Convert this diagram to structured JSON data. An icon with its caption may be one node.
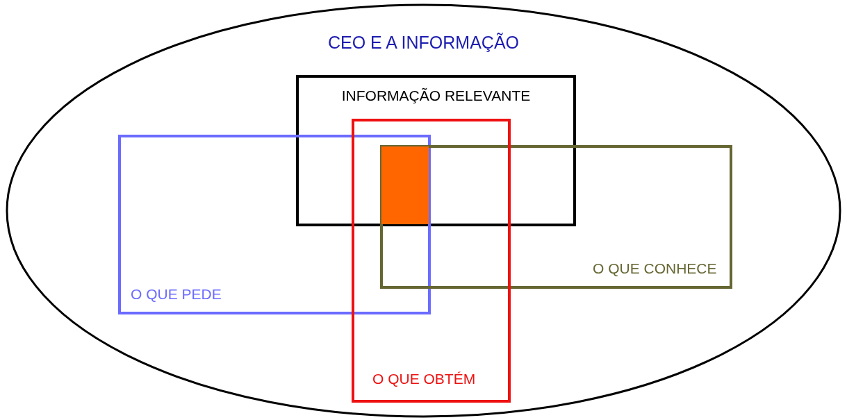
{
  "diagram": {
    "nodes": [
      {
        "text": [
          "CEO E A INFORMAÇÃO"
        ]
      },
      {
        "text": [
          "INFORMAÇÃO RELEVANTE"
        ],
        "in": 0
      },
      {
        "text": [
          "O QUE PEDE"
        ],
        "in": 0
      },
      {
        "text": [
          "O QUE OBTÉM"
        ],
        "in": 0
      },
      {
        "text": [
          "O QUE CONHECE"
        ],
        "in": 0
      },
      {
        "text": [],
        "shape": "box"
      }
    ]
  }
}
